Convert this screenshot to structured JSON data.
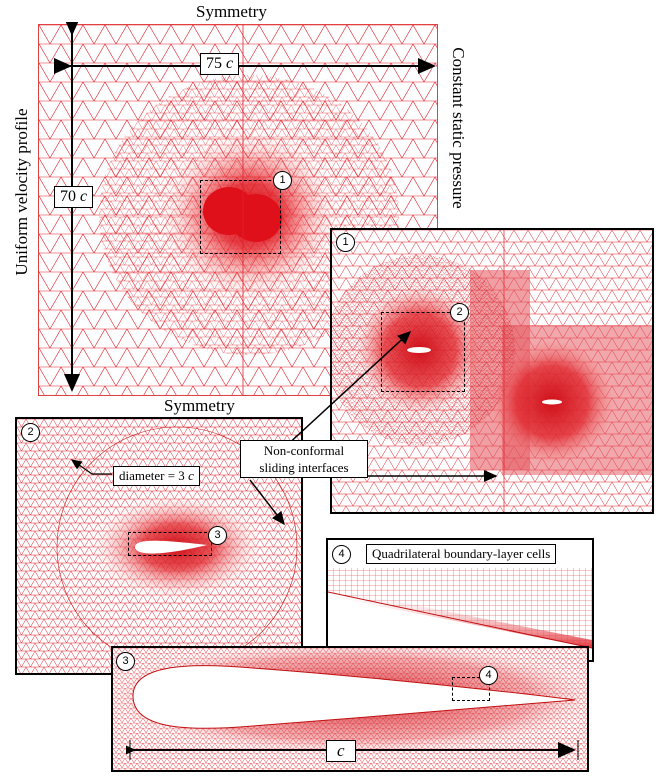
{
  "domain_labels": {
    "top_boundary": "Symmetry",
    "bottom_boundary": "Symmetry",
    "left_boundary": "Uniform velocity profile",
    "right_boundary": "Constant static pressure"
  },
  "dimensions": {
    "width_label": "75 c",
    "height_label": "70 c",
    "diameter_label": "diameter = 3 c",
    "chord_label": "c"
  },
  "annotations": {
    "interfaces": "Non-conformal sliding interfaces",
    "boundary_layer": "Quadrilateral boundary-layer cells"
  },
  "callouts": [
    "1",
    "2",
    "3",
    "4"
  ],
  "colors": {
    "mesh": "#e0202a",
    "mesh_dense": "#d0101c",
    "frame": "#000000"
  }
}
